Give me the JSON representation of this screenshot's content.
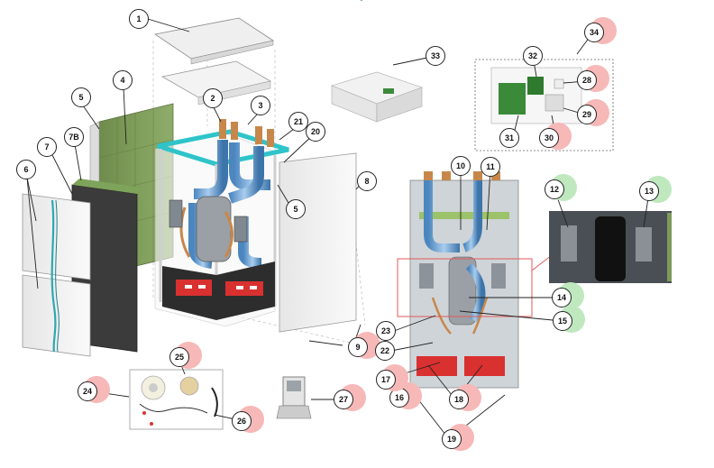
{
  "figure": {
    "colors": {
      "frame": "#2ec4c9",
      "pipe": "#6fa8d8",
      "copper": "#c8874a",
      "insulation_green": "#7d9a5a",
      "dark_panel": "#3a3a3a",
      "red_module": "#d93030",
      "callout_box": "#e05a5a",
      "halo_pink": "#f7b8b8",
      "halo_green": "#bfe8bf",
      "panel_white": "#f2f2f2"
    },
    "parts": [
      {
        "id": "1",
        "name": "top-cover",
        "label": "1",
        "halo": "none"
      },
      {
        "id": "2",
        "name": "inner-lid",
        "label": "2",
        "halo": "none"
      },
      {
        "id": "3",
        "name": "pipe-connectors",
        "label": "3",
        "halo": "none"
      },
      {
        "id": "4",
        "name": "insulation-panel",
        "label": "4",
        "halo": "none"
      },
      {
        "id": "5a",
        "name": "side-panel-left",
        "label": "5",
        "halo": "none"
      },
      {
        "id": "5b",
        "name": "side-panel-right",
        "label": "5",
        "halo": "none"
      },
      {
        "id": "6",
        "name": "front-panels",
        "label": "6",
        "halo": "none"
      },
      {
        "id": "7",
        "name": "front-door",
        "label": "7",
        "halo": "none"
      },
      {
        "id": "7B",
        "name": "acoustic-panel",
        "label": "7B",
        "halo": "none"
      },
      {
        "id": "8",
        "name": "right-panel",
        "label": "8",
        "halo": "none"
      },
      {
        "id": "9",
        "name": "base-screw",
        "label": "9",
        "halo": "pink"
      },
      {
        "id": "10",
        "name": "valve-a",
        "label": "10",
        "halo": "none"
      },
      {
        "id": "11",
        "name": "valve-b",
        "label": "11",
        "halo": "none"
      },
      {
        "id": "12",
        "name": "detail-pump-left",
        "label": "12",
        "halo": "green"
      },
      {
        "id": "13",
        "name": "detail-pump-right",
        "label": "13",
        "halo": "green"
      },
      {
        "id": "14",
        "name": "compressor-pipe",
        "label": "14",
        "halo": "green"
      },
      {
        "id": "15",
        "name": "sensor",
        "label": "15",
        "halo": "green"
      },
      {
        "id": "16",
        "name": "drain",
        "label": "16",
        "halo": "pink"
      },
      {
        "id": "17",
        "name": "base-sensor",
        "label": "17",
        "halo": "pink"
      },
      {
        "id": "18",
        "name": "heater-modules",
        "label": "18",
        "halo": "pink"
      },
      {
        "id": "19",
        "name": "feet",
        "label": "19",
        "halo": "pink"
      },
      {
        "id": "20",
        "name": "pipe-elbow",
        "label": "20",
        "halo": "none"
      },
      {
        "id": "21",
        "name": "pipe-bend",
        "label": "21",
        "halo": "none"
      },
      {
        "id": "22",
        "name": "lower-pipe",
        "label": "22",
        "halo": "none"
      },
      {
        "id": "23",
        "name": "copper-line",
        "label": "23",
        "halo": "none"
      },
      {
        "id": "24",
        "name": "accessory-kit",
        "label": "24",
        "halo": "pink"
      },
      {
        "id": "25",
        "name": "coil-sensor",
        "label": "25",
        "halo": "pink"
      },
      {
        "id": "26",
        "name": "cable",
        "label": "26",
        "halo": "pink"
      },
      {
        "id": "27",
        "name": "room-controller",
        "label": "27",
        "halo": "pink"
      },
      {
        "id": "28",
        "name": "control-relay",
        "label": "28",
        "halo": "pink"
      },
      {
        "id": "29",
        "name": "control-fuse",
        "label": "29",
        "halo": "pink"
      },
      {
        "id": "30",
        "name": "control-terminal",
        "label": "30",
        "halo": "pink"
      },
      {
        "id": "31",
        "name": "control-board",
        "label": "31",
        "halo": "none"
      },
      {
        "id": "32",
        "name": "control-chip",
        "label": "32",
        "halo": "none"
      },
      {
        "id": "33",
        "name": "control-box",
        "label": "33",
        "halo": "none"
      },
      {
        "id": "34",
        "name": "control-panel-detail",
        "label": "34",
        "halo": "pink"
      }
    ]
  }
}
